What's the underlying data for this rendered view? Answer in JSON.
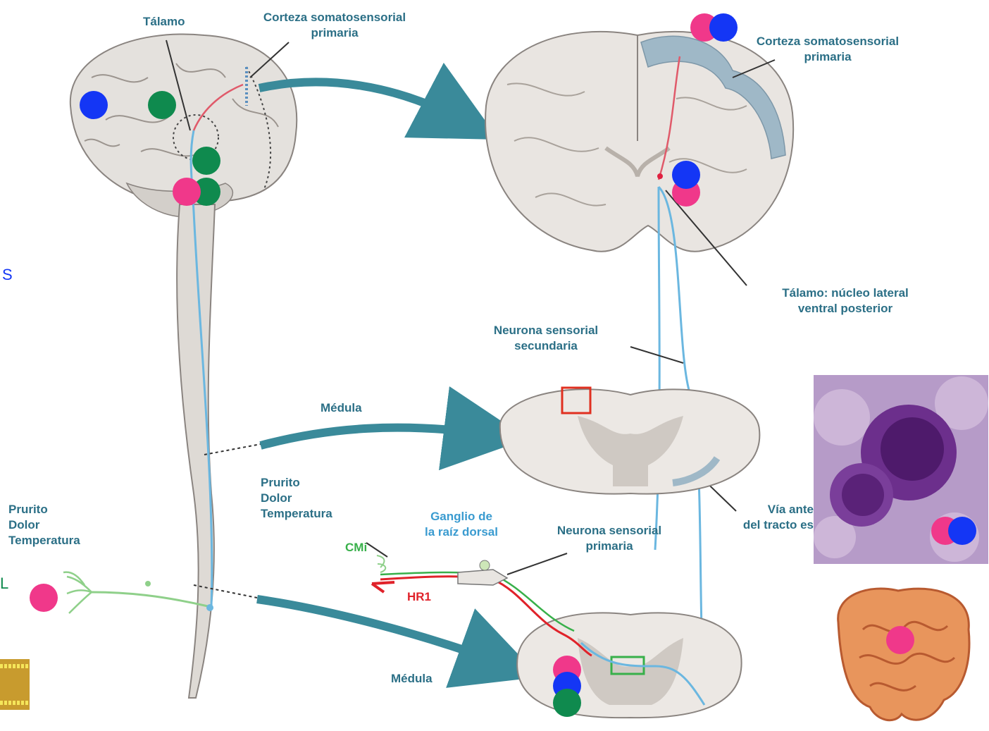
{
  "labels": {
    "talamo": "Tálamo",
    "corteza_left_1": "Corteza somatosensorial",
    "corteza_left_2": "primaria",
    "corteza_right_1": "Corteza somatosensorial",
    "corteza_right_2": "primaria",
    "talamo_nucleo_1": "Tálamo: núcleo lateral",
    "talamo_nucleo_2": "ventral posterior",
    "neurona_secundaria_1": "Neurona sensorial",
    "neurona_secundaria_2": "secundaria",
    "medula_upper": "Médula",
    "medula_lower": "Médula",
    "via_1": "Vía ante",
    "via_2": "del tracto es",
    "neurona_primaria_1": "Neurona sensorial",
    "neurona_primaria_2": "primaria",
    "ganglio_1": "Ganglio de",
    "ganglio_2": "la raíz dorsal",
    "cmi": "CMi",
    "hr1": "HR1",
    "sym_mid": [
      "Prurito",
      "Dolor",
      "Temperatura"
    ],
    "sym_left": [
      "Prurito",
      "Dolor",
      "Temperatura"
    ],
    "edge_s": "S",
    "edge_l": "L"
  },
  "colors": {
    "label_teal": "#2b6f86",
    "arrow_teal": "#3a8a9a",
    "pink_marker": "#f0388a",
    "blue_marker": "#1436f5",
    "green_marker": "#0f8a4e",
    "spinal_blue": "#6bb7e0",
    "spinal_red": "#e05a6a",
    "nerve_green": "#8fd08a",
    "hr1_red": "#e0222a",
    "ganglio_blue": "#3a9bd0",
    "cmi_green": "#38b04a",
    "edge_blue": "#1436f5",
    "edge_green": "#0f8a4e"
  },
  "markers": [
    {
      "id": "brain-blue",
      "color": "blue"
    },
    {
      "id": "brain-green",
      "color": "green"
    },
    {
      "id": "thalamus-green-upper",
      "color": "green"
    },
    {
      "id": "thalamus-green-lower",
      "color": "green"
    },
    {
      "id": "thalamus-pink",
      "color": "pink"
    },
    {
      "id": "cortex-pink",
      "color": "pink"
    },
    {
      "id": "cortex-blue",
      "color": "blue"
    },
    {
      "id": "coronal-pink",
      "color": "pink"
    },
    {
      "id": "coronal-blue",
      "color": "blue"
    },
    {
      "id": "skin-pink",
      "color": "pink"
    },
    {
      "id": "cord-pink",
      "color": "pink"
    },
    {
      "id": "cord-blue",
      "color": "blue"
    },
    {
      "id": "cord-green",
      "color": "green"
    },
    {
      "id": "mastcell-pink",
      "color": "pink"
    },
    {
      "id": "mastcell-blue",
      "color": "blue"
    },
    {
      "id": "intestine-pink",
      "color": "pink"
    }
  ],
  "icons": [
    "brain-lateral-icon",
    "brain-coronal-section-icon",
    "spinal-cord-section-icon",
    "mast-cell-micrograph-icon",
    "intestine-icon",
    "membrane-bilayer-icon"
  ]
}
